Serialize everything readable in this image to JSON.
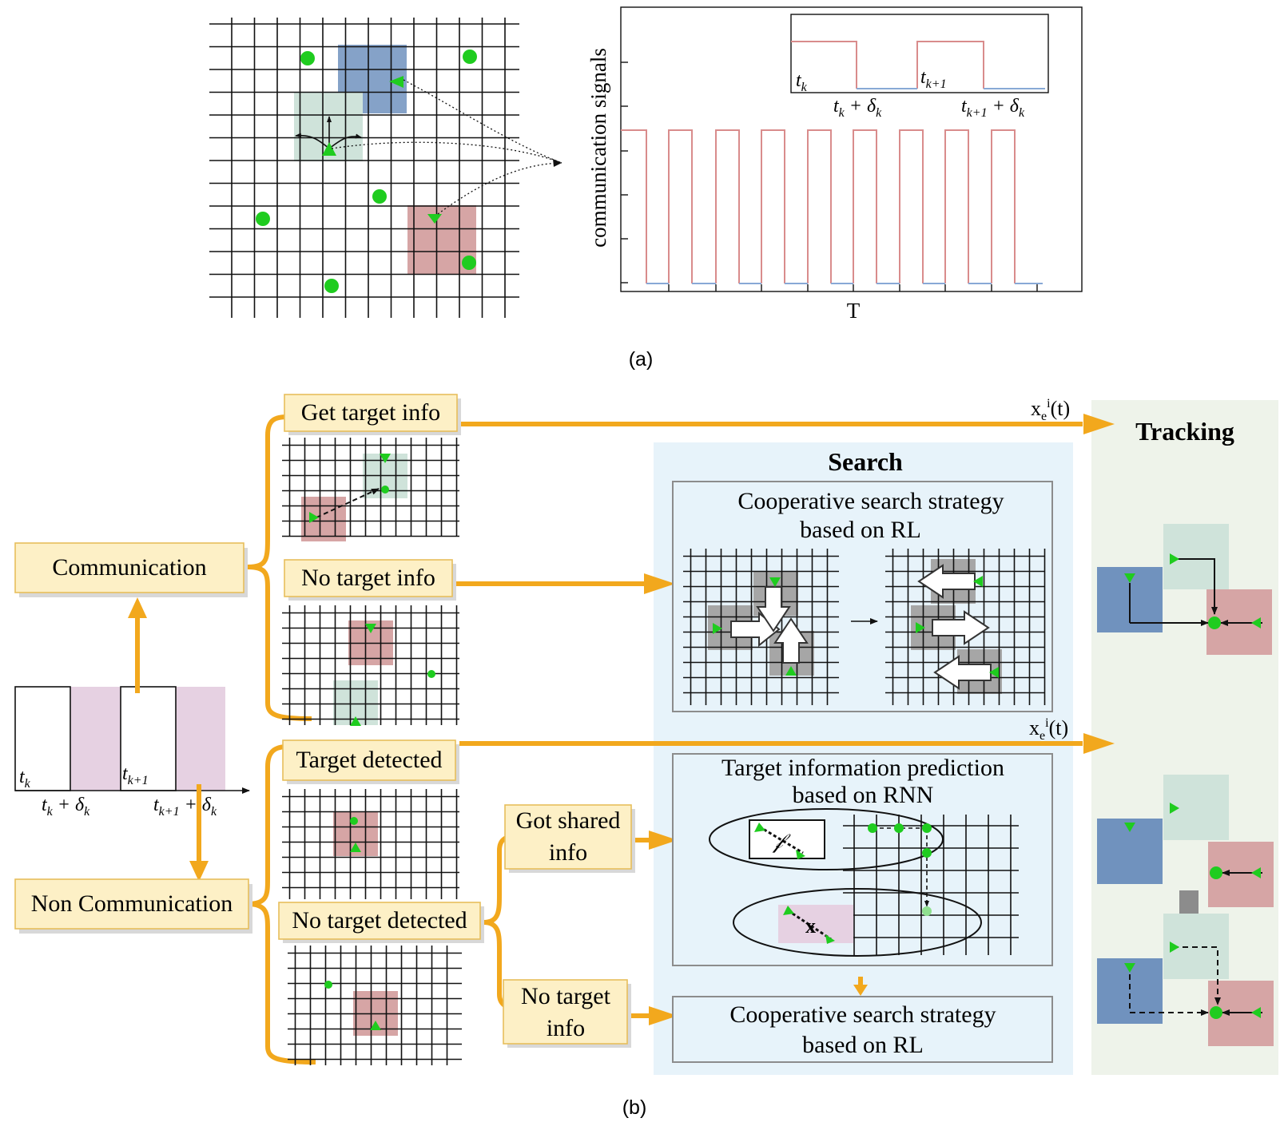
{
  "panel_a": {
    "caption": "(a)",
    "ylabel": "communication signals",
    "xlabel": "T",
    "inset": {
      "tk": "t",
      "tk_sub": "k",
      "tk1": "t",
      "tk1_sub": "k+1",
      "tk_delta": "t",
      "tk_delta_sub": "k",
      "tk_delta_plus": " + δ",
      "tk_delta_sub2": "k",
      "tk1_delta": "t",
      "tk1_delta_sub": "k+1",
      "tk1_delta_plus": " + δ",
      "tk1_delta_sub2": "k"
    }
  },
  "panel_b": {
    "caption": "(b)",
    "timeline": {
      "tk": "t",
      "tk_sub": "k",
      "tk1": "t",
      "tk1_sub": "k+1",
      "d1": "t",
      "d1_sub": "k",
      "d1_plus": " + δ",
      "d1_sub2": "k",
      "d2": "t",
      "d2_sub": "k+1",
      "d2_plus": " + δ",
      "d2_sub2": "k"
    },
    "communication": "Communication",
    "non_communication": "Non Communication",
    "get_target_info": "Get target info",
    "no_target_info": "No target info",
    "target_detected": "Target detected",
    "no_target_detected": "No target detected",
    "got_shared_info_1": "Got shared",
    "got_shared_info_2": "info",
    "no_target_info2_1": "No target",
    "no_target_info2_2": "info",
    "xe_1": "x",
    "xe_sub": "e",
    "xe_sup": "i",
    "xe_t": "(t)",
    "search_title": "Search",
    "tracking_title": "Tracking",
    "coop_1a": "Cooperative search strategy",
    "coop_1b": "based on RL",
    "pred_a": "Target information prediction",
    "pred_b": "based on RNN",
    "coop_2a": "Cooperative search strategy",
    "coop_2b": "based on RL"
  },
  "colors": {
    "orange": "#F2A81D",
    "box_fill": "#FDF0C6",
    "box_stroke": "#E7BE5C",
    "green": "#1FCC1F",
    "blue": "#7092BE",
    "teal": "#CFE3DA",
    "red": "#D6A5A5",
    "signal_red": "#D98C8C",
    "signal_blue": "#88A9D6",
    "search_bg": "#E7F3FA",
    "tracking_bg": "#EEF3EA",
    "purple": "#E6D1E2"
  }
}
